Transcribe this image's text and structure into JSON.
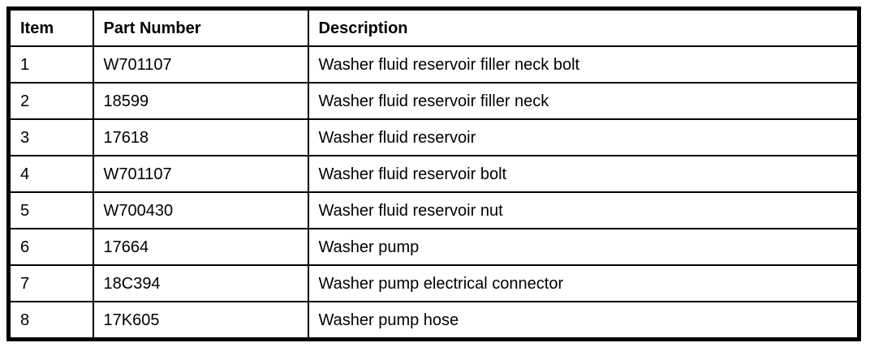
{
  "table": {
    "columns": [
      {
        "label": "Item"
      },
      {
        "label": "Part Number"
      },
      {
        "label": "Description"
      }
    ],
    "rows": [
      {
        "item": "1",
        "part_number": "W701107",
        "description": "Washer fluid reservoir filler neck bolt"
      },
      {
        "item": "2",
        "part_number": "18599",
        "description": "Washer fluid reservoir filler neck"
      },
      {
        "item": "3",
        "part_number": "17618",
        "description": "Washer fluid reservoir"
      },
      {
        "item": "4",
        "part_number": "W701107",
        "description": "Washer fluid reservoir bolt"
      },
      {
        "item": "5",
        "part_number": "W700430",
        "description": "Washer fluid reservoir nut"
      },
      {
        "item": "6",
        "part_number": "17664",
        "description": "Washer pump"
      },
      {
        "item": "7",
        "part_number": "18C394",
        "description": "Washer pump electrical connector"
      },
      {
        "item": "8",
        "part_number": "17K605",
        "description": "Washer pump hose"
      }
    ],
    "colors": {
      "border": "#000000",
      "background": "#ffffff",
      "text": "#000000"
    }
  }
}
